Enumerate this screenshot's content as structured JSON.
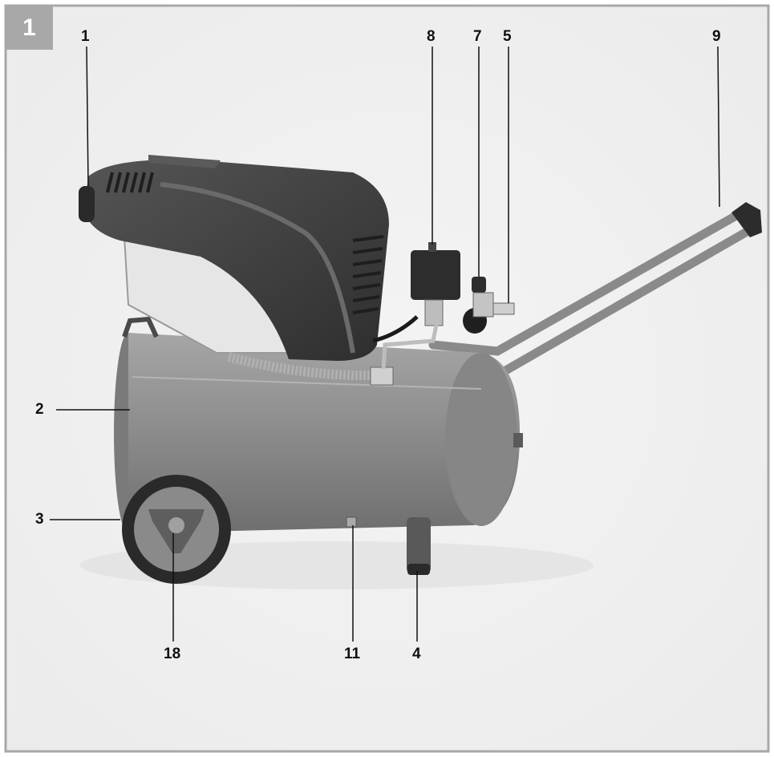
{
  "figure": {
    "number": "1"
  },
  "callouts": {
    "c1": "1",
    "c2": "2",
    "c3": "3",
    "c4": "4",
    "c5": "5",
    "c7": "7",
    "c8": "8",
    "c9": "9",
    "c11": "11",
    "c18": "18"
  },
  "colors": {
    "frame": "#a8a8a8",
    "tank": "#8c8c8c",
    "housing": "#3f3f3f",
    "leader": "#111111",
    "background": "#f7f7f7"
  }
}
